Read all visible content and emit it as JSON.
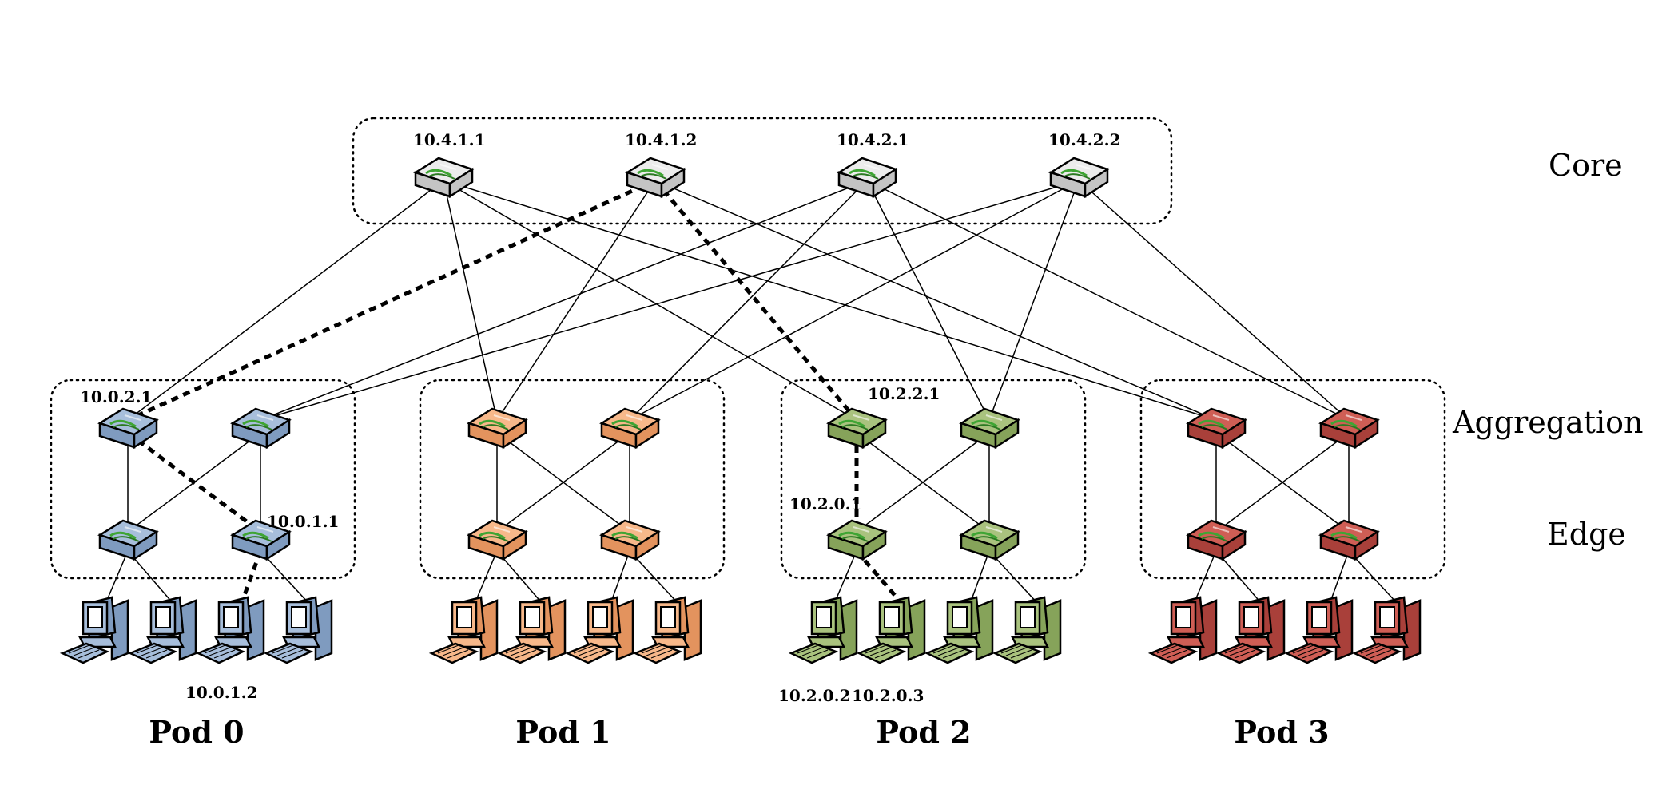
{
  "layers": {
    "core": "Core",
    "aggregation": "Aggregation",
    "edge": "Edge"
  },
  "pods": [
    {
      "label": "Pod 0",
      "color": "#a7bedb",
      "dark": "#7f9bbf"
    },
    {
      "label": "Pod 1",
      "color": "#f7b88a",
      "dark": "#e3935e"
    },
    {
      "label": "Pod 2",
      "color": "#a9c27e",
      "dark": "#86a35a"
    },
    {
      "label": "Pod 3",
      "color": "#cf5e55",
      "dark": "#a9403a"
    }
  ],
  "core_color": "#ececec",
  "core_dark": "#c4c4c4",
  "core_switches": [
    "10.4.1.1",
    "10.4.1.2",
    "10.4.2.1",
    "10.4.2.2"
  ],
  "labels": {
    "pod0_agg1": "10.0.2.1",
    "pod0_edge2": "10.0.1.1",
    "pod0_host3": "10.0.1.2",
    "pod2_agg1": "10.2.2.1",
    "pod2_edge1": "10.2.0.1",
    "pod2_host1": "10.2.0.2",
    "pod2_host2": "10.2.0.3"
  }
}
